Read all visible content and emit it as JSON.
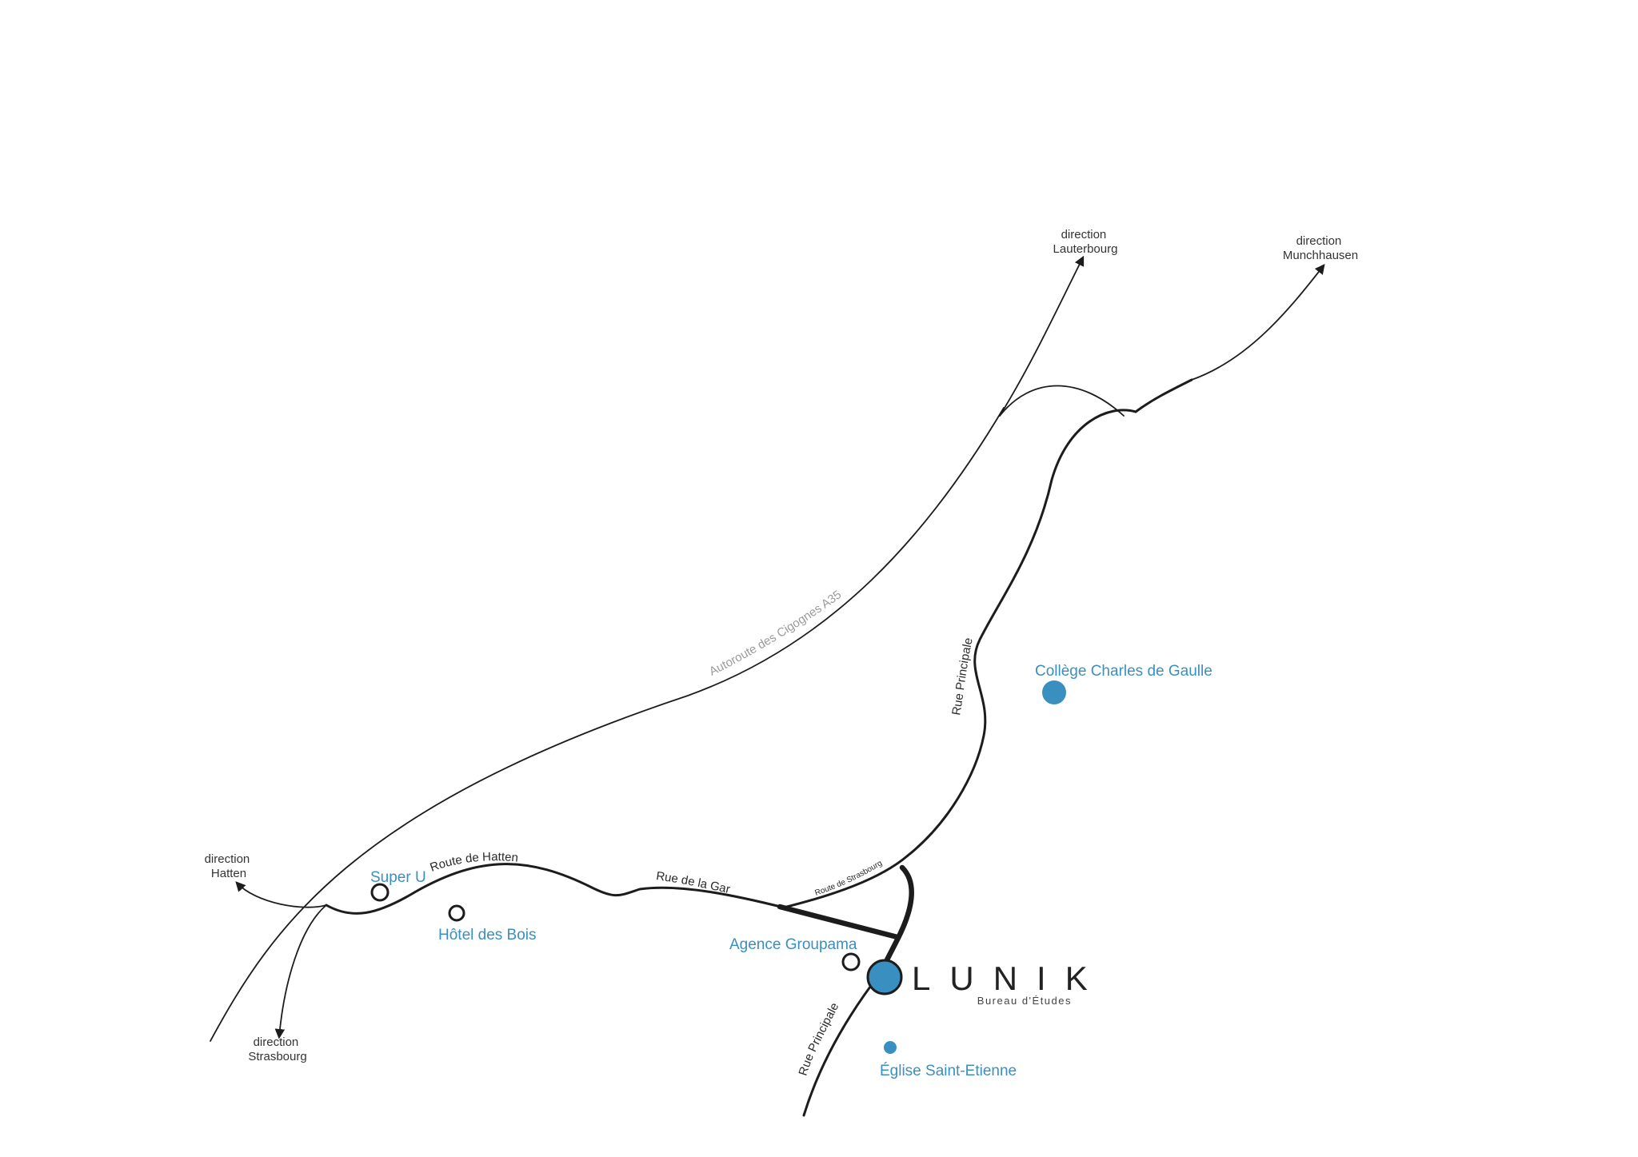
{
  "colors": {
    "accent": "#3a8fc1",
    "road": "#1c1c1c",
    "highway_label": "#9a9a9a"
  },
  "directions": {
    "lauterbourg": [
      "direction",
      "Lauterbourg"
    ],
    "munchhausen": [
      "direction",
      "Munchhausen"
    ],
    "hatten": [
      "direction",
      "Hatten"
    ],
    "strasbourg": [
      "direction",
      "Strasbourg"
    ]
  },
  "roads": {
    "highway": "Autoroute des Cigognes A35",
    "rue_principale_north": "Rue Principale",
    "rue_principale_south": "Rue Principale",
    "route_de_hatten": "Route de Hatten",
    "rue_de_la_gare": "Rue de la Gare",
    "route_de_strasbourg": "Route de Strasbourg"
  },
  "places": {
    "super_u": "Super U",
    "hotel_des_bois": "Hôtel des Bois",
    "agence_groupama": "Agence Groupama",
    "college": "Collège Charles de Gaulle",
    "eglise": "Église Saint-Etienne"
  },
  "logo": {
    "name": "LUNIK",
    "subtitle": "Bureau d'Études"
  }
}
